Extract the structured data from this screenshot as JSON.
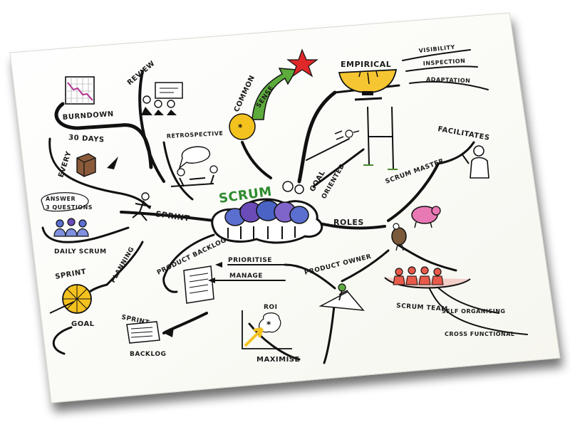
{
  "labels": {
    "center": "SCRUM",
    "burndown": "BURNDOWN",
    "review": "REVIEW",
    "common_sense_1": "COMMON",
    "common_sense_2": "SENSE",
    "empirical": "EMPIRICAL",
    "visibility": "VISIBILITY",
    "inspection": "INSPECTION",
    "adaptation": "ADAPTATION",
    "every": "EVERY",
    "thirty_days": "30 DAYS",
    "retrospective": "RETROSPECTIVE",
    "goal": "GOAL",
    "oriented": "ORIENTED",
    "facilitates": "FACILITATES",
    "scrum_master": "SCRUM MASTER",
    "answer": "ANSWER",
    "three_questions": "3 QUESTIONS",
    "sprint": "SPRINT",
    "roles": "ROLES",
    "daily_scrum": "DAILY SCRUM",
    "product_backlog": "PRODUCT BACKLOG",
    "prioritise": "PRIORITISE",
    "manage": "MANAGE",
    "product_owner": "PRODUCT OWNER",
    "planning": "PLANNING",
    "sprint_goal_1": "SPRINT",
    "sprint_goal_2": "GOAL",
    "sprint_backlog_1": "SPRINT",
    "sprint_backlog_2": "BACKLOG",
    "roi": "ROI",
    "maximise": "MAXIMISE",
    "scrum_team": "SCRUM TEAM",
    "self_organising": "SELF ORGANISING",
    "cross_functional": "CROSS FUNCTIONAL"
  },
  "colors": {
    "ink": "#111111",
    "paper": "#fdfdf8",
    "green_text": "#2e8b2e",
    "star_red": "#e0282a",
    "arrow_green": "#5cab3c",
    "sun_yellow": "#f4c21e",
    "gauge_yellow": "#f6c632",
    "burndown_purple": "#b0338f",
    "pig_pink": "#e879b5",
    "team_red": "#e85a4a",
    "crowd_blue": "#5a6fd0",
    "crowd_purple": "#6b4bb8",
    "box_brown": "#8a5a3a"
  }
}
